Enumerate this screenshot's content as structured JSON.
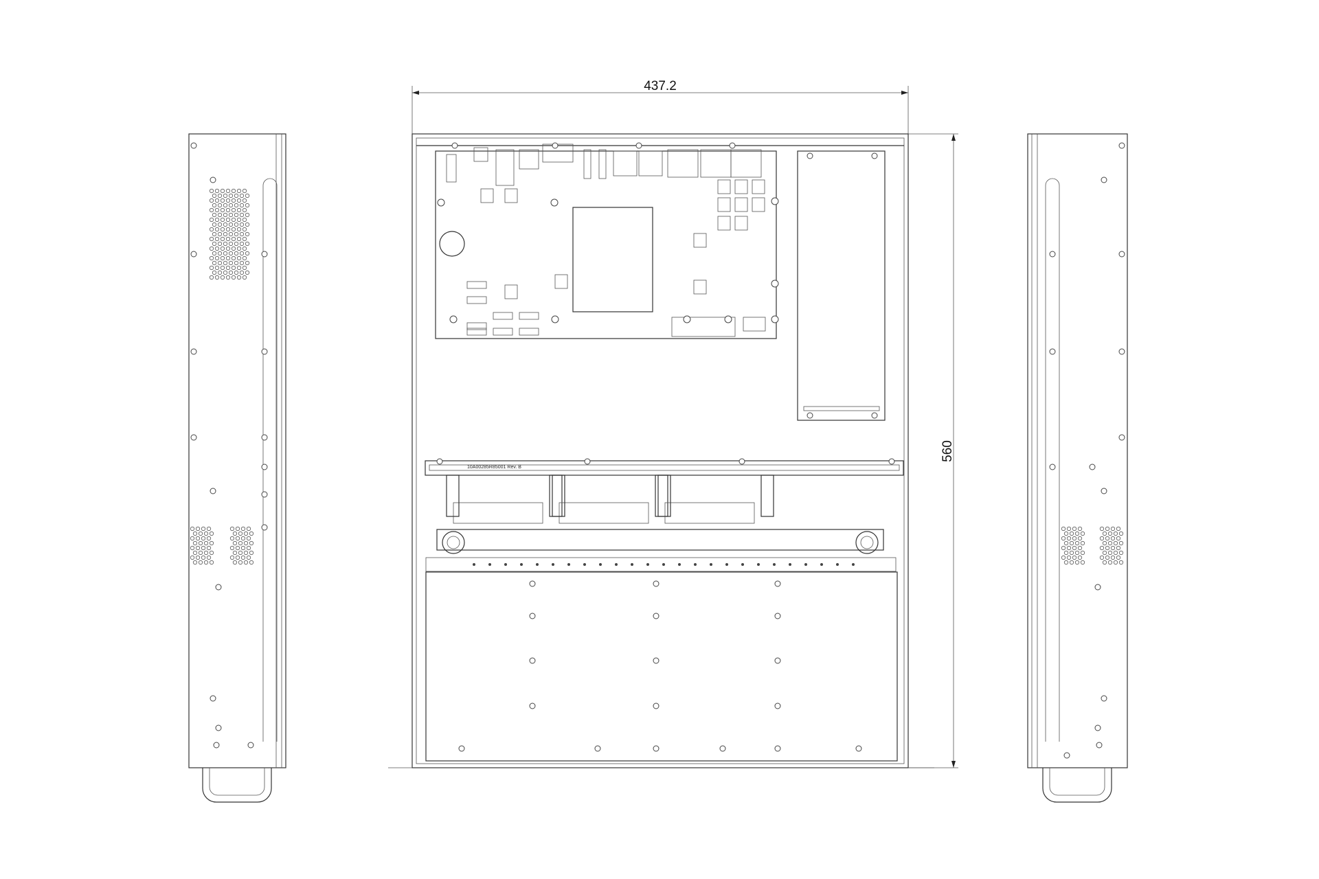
{
  "drawing": {
    "width_dimension": "437.2",
    "depth_dimension": "560",
    "board_label": "10A00285R85001 Rev. B"
  },
  "colors": {
    "line": "#333333",
    "background": "#ffffff"
  }
}
